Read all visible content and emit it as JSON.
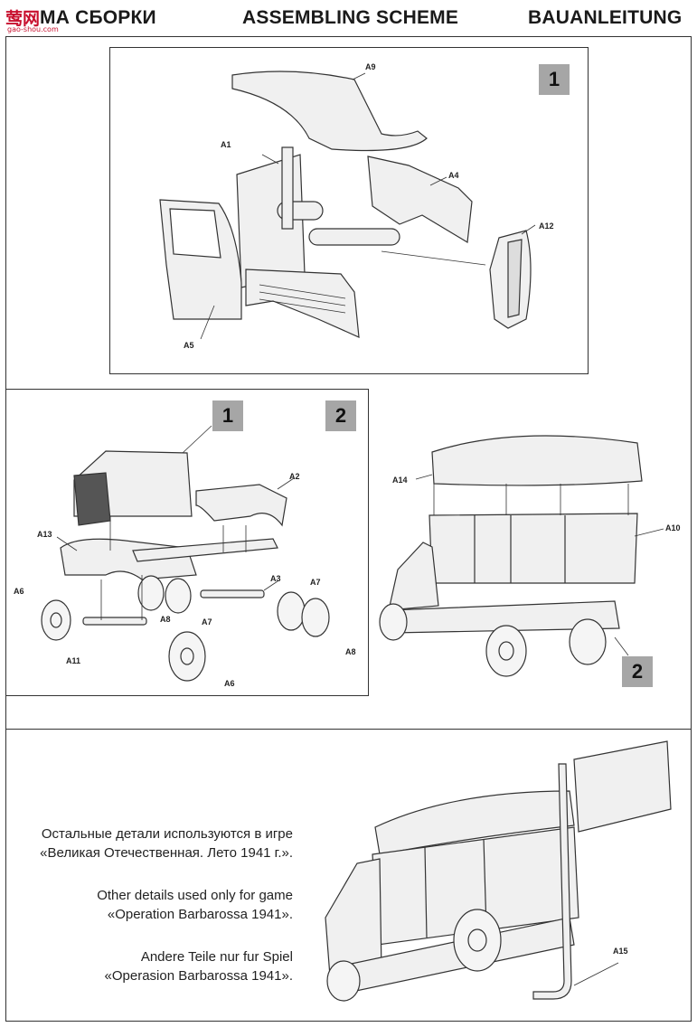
{
  "header": {
    "title_ru": "МА СБОРКИ",
    "title_en": "ASSEMBLING SCHEME",
    "title_de": "BAUANLEITUNG",
    "logo_main": "莺网",
    "logo_sub": "gao-shou.com"
  },
  "step1": {
    "number": "1",
    "labels": {
      "a9": "A9",
      "a1": "A1",
      "a4": "A4",
      "a12": "A12",
      "a5": "A5"
    }
  },
  "step2": {
    "number_ref": "1",
    "number": "2",
    "labels": {
      "a2": "A2",
      "a13": "A13",
      "a6": "A6",
      "a8": "A8",
      "a3": "A3",
      "a7": "A7",
      "a7b": "A7",
      "a11": "A11",
      "a8b": "A8",
      "a6b": "A6"
    }
  },
  "step3": {
    "number_ref": "2",
    "labels": {
      "a14": "A14",
      "a10": "A10"
    }
  },
  "step4": {
    "labels": {
      "a15": "A15"
    }
  },
  "notes": {
    "ru_1": "Остальные детали используются в игре",
    "ru_2": "«Великая Отечественная. Лето 1941 г.».",
    "en_1": "Other details used only for game",
    "en_2": "«Operation Barbarossa 1941».",
    "de_1": "Andere Teile nur fur Spiel",
    "de_2": "«Operasion Barbarossa 1941»."
  },
  "colors": {
    "badge": "#a6a6a6",
    "logo": "#c8102e",
    "line": "#333333"
  }
}
